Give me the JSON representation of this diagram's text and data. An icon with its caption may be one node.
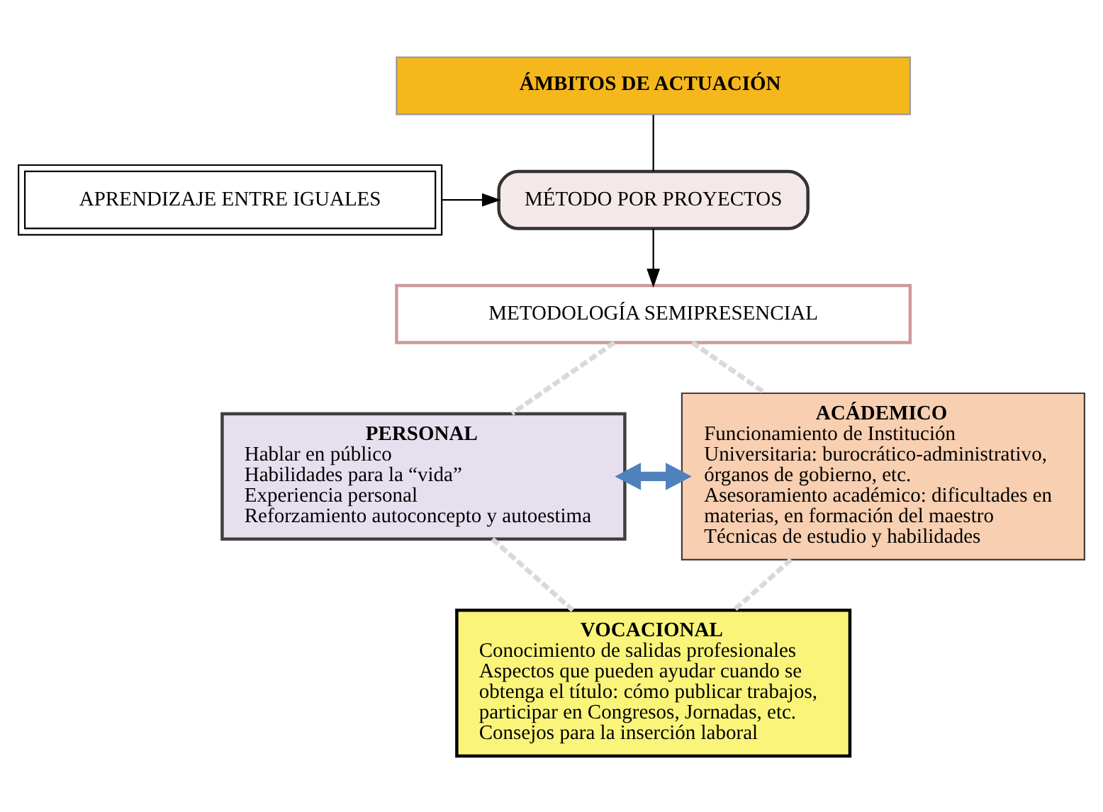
{
  "diagram": {
    "nodes": [
      {
        "text": [
          "ÁMBITOS DE ACTUACIÓN"
        ]
      },
      {
        "text": [
          "APRENDIZAJE ENTRE IGUALES"
        ]
      },
      {
        "text": [
          "MÉTODO POR PROYECTOS"
        ]
      },
      {
        "text": [
          "METODOLOGÍA SEMIPRESENCIAL"
        ]
      },
      {
        "text": [
          "PERSONAL",
          "Hablar en público",
          "Habilidades para la “vida”",
          "Experiencia personal",
          "Reforzamiento autoconcepto y autoestima"
        ]
      },
      {
        "text": [
          "ACÁDEMICO",
          "Funcionamiento de Institución Universitaria: burocrático-administrativo, órganos de gobierno, etc.",
          "Asesoramiento académico: dificultades en materias, en formación del maestro",
          "Técnicas de estudio y habilidades"
        ]
      },
      {
        "text": [
          "VOCACIONAL",
          "Conocimiento de salidas profesionales",
          "Aspectos que pueden ayudar cuando se obtenga el título: cómo publicar trabajos, participar en Congresos, Jornadas, etc.",
          "Consejos para la inserción laboral"
        ]
      }
    ],
    "edges": [
      {
        "from": 0,
        "to": 2,
        "arrow": "none",
        "color": "#000000"
      },
      {
        "from": 1,
        "to": 2,
        "arrow": "to",
        "color": "#000000"
      },
      {
        "from": 2,
        "to": 3,
        "arrow": "to",
        "color": "#000000"
      },
      {
        "from": 4,
        "to": 5,
        "arrow": "both",
        "style": "thick",
        "color": "#4f81bd"
      },
      {
        "from": 3,
        "to": 4,
        "arrow": "none",
        "style": "dashed",
        "color": "#d9d9d9"
      },
      {
        "from": 3,
        "to": 5,
        "arrow": "none",
        "style": "dashed",
        "color": "#d9d9d9"
      },
      {
        "from": 4,
        "to": 6,
        "arrow": "none",
        "style": "dashed",
        "color": "#d9d9d9"
      },
      {
        "from": 5,
        "to": 6,
        "arrow": "none",
        "style": "dashed",
        "color": "#d9d9d9"
      }
    ]
  }
}
